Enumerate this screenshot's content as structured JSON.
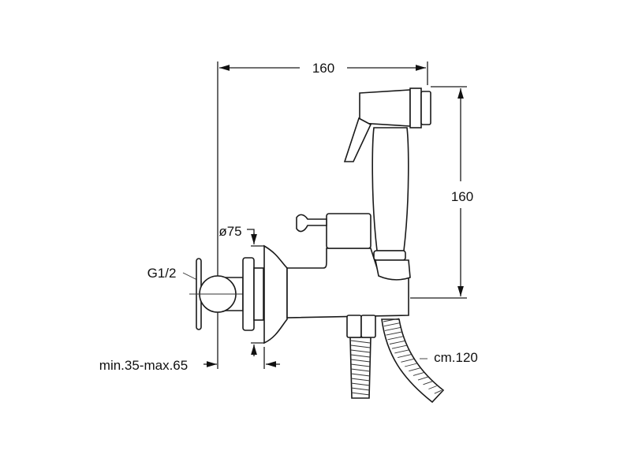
{
  "drawing": {
    "dim_width": "160",
    "dim_height": "160",
    "dim_diameter": "ø75",
    "thread": "G1/2",
    "wall_depth": "min.35-max.65",
    "hose_length": "cm.120"
  }
}
